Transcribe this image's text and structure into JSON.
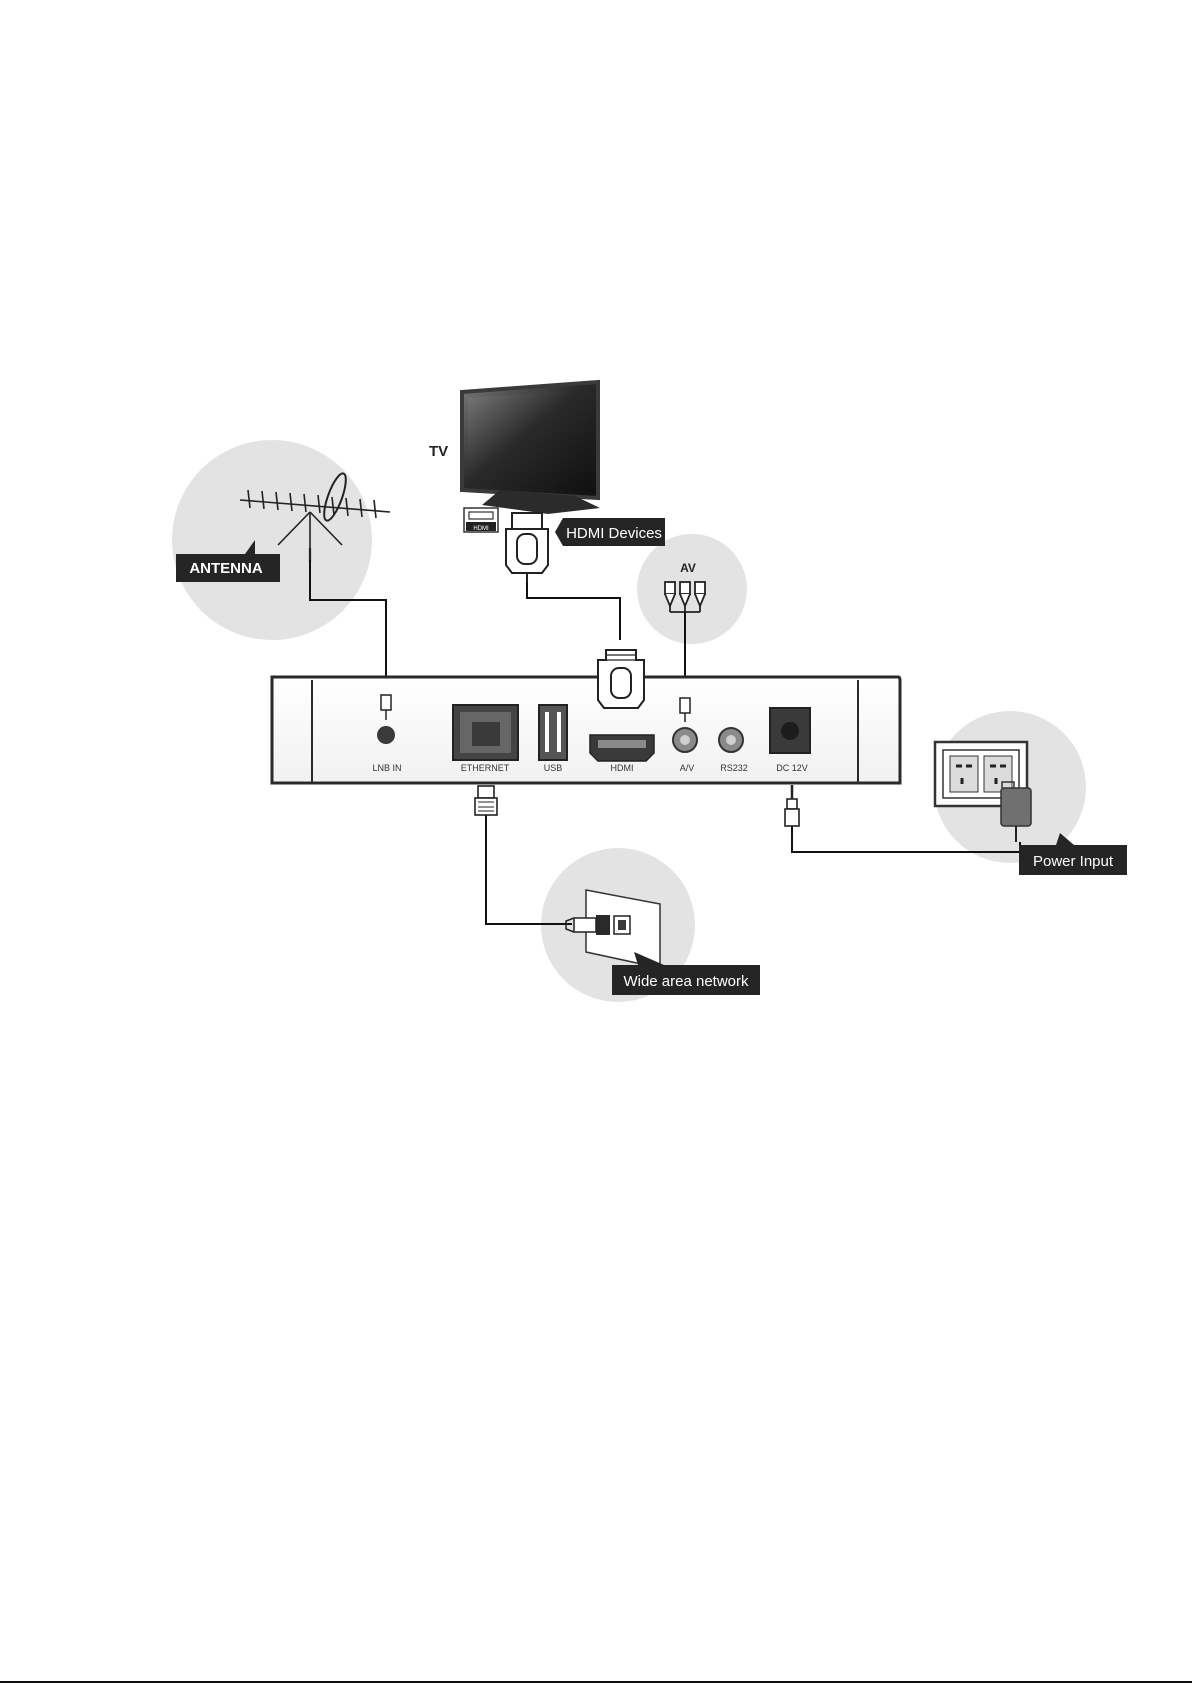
{
  "labels": {
    "tv": "TV",
    "hdmi_devices": "HDMI Devices",
    "hdmi_tag": "HDMI",
    "av": "AV",
    "antenna": "ANTENNA",
    "power_input": "Power Input",
    "wide_area_network": "Wide area network"
  },
  "ports": {
    "lnb_in": "LNB IN",
    "ethernet": "ETHERNET",
    "usb": "USB",
    "hdmi": "HDMI",
    "av": "A/V",
    "rs232": "RS232",
    "dc12v": "DC 12V"
  }
}
